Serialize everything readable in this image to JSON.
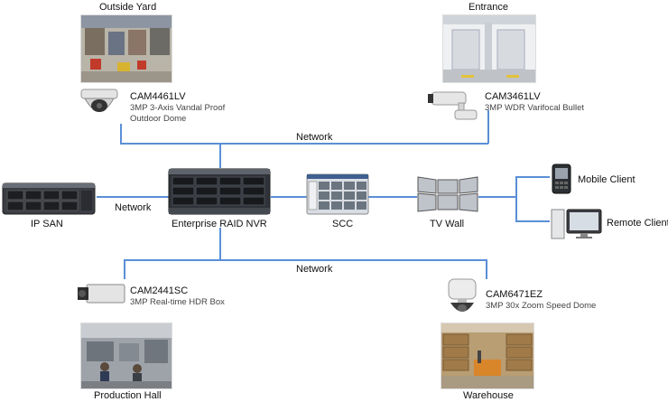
{
  "locations": {
    "outside_yard": "Outside Yard",
    "entrance": "Entrance",
    "production_hall": "Production Hall",
    "warehouse": "Warehouse"
  },
  "cameras": {
    "cam4461": {
      "model": "CAM4461LV",
      "desc_line1": "3MP 3-Axis Vandal Proof",
      "desc_line2": "Outdoor Dome"
    },
    "cam3461": {
      "model": "CAM3461LV",
      "desc_line1": "3MP WDR Varifocal Bullet"
    },
    "cam2441": {
      "model": "CAM2441SC",
      "desc_line1": "3MP Real-time HDR Box"
    },
    "cam6471": {
      "model": "CAM6471EZ",
      "desc_line1": "3MP 30x Zoom Speed Dome"
    }
  },
  "network_labels": {
    "top": "Network",
    "left": "Network",
    "bottom": "Network"
  },
  "devices": {
    "ip_san": "IP SAN",
    "nvr": "Enterprise RAID NVR",
    "scc": "SCC",
    "tv_wall": "TV Wall",
    "mobile_client": "Mobile Client",
    "remote_client": "Remote Client"
  },
  "colors": {
    "network_line": "#5a8fd6"
  }
}
